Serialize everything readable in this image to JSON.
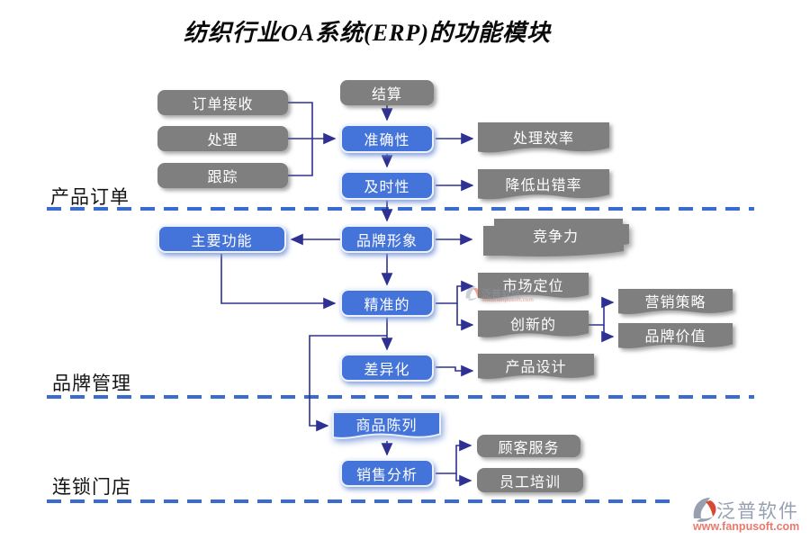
{
  "title": "纺织行业OA系统(ERP)的功能模块",
  "sections": {
    "s1": {
      "label": "产品订单"
    },
    "s2": {
      "label": "品牌管理"
    },
    "s3": {
      "label": "连锁门店"
    }
  },
  "nodes": {
    "order_receive": {
      "label": "订单接收"
    },
    "process": {
      "label": "处理"
    },
    "track": {
      "label": "跟踪"
    },
    "settlement": {
      "label": "结算"
    },
    "accuracy": {
      "label": "准确性"
    },
    "timeliness": {
      "label": "及时性"
    },
    "processing_efficiency": {
      "label": "处理效率"
    },
    "reduce_error_rate": {
      "label": "降低出错率"
    },
    "main_functions": {
      "label": "主要功能"
    },
    "brand_image": {
      "label": "品牌形象"
    },
    "competitiveness": {
      "label": "竞争力"
    },
    "precise": {
      "label": "精准的"
    },
    "market_positioning": {
      "label": "市场定位"
    },
    "innovative": {
      "label": "创新的"
    },
    "marketing_strategy": {
      "label": "营销策略"
    },
    "brand_value": {
      "label": "品牌价值"
    },
    "differentiation": {
      "label": "差异化"
    },
    "product_design": {
      "label": "产品设计"
    },
    "merchandise_display": {
      "label": "商品陈列"
    },
    "sales_analysis": {
      "label": "销售分析"
    },
    "customer_service": {
      "label": "顾客服务"
    },
    "staff_training": {
      "label": "员工培训"
    }
  },
  "watermark": {
    "brand": "泛普软件",
    "url": "www.fanpusoft.com"
  },
  "colors": {
    "blue_node": "#4474d9",
    "gray_node": "#7f7f7f",
    "connector": "#2e3192",
    "divider_dash": "#3a6bd0",
    "watermark_brand": "#96a0b2",
    "watermark_url": "#e87a6e",
    "watermark_logo_red": "#d64a33"
  }
}
